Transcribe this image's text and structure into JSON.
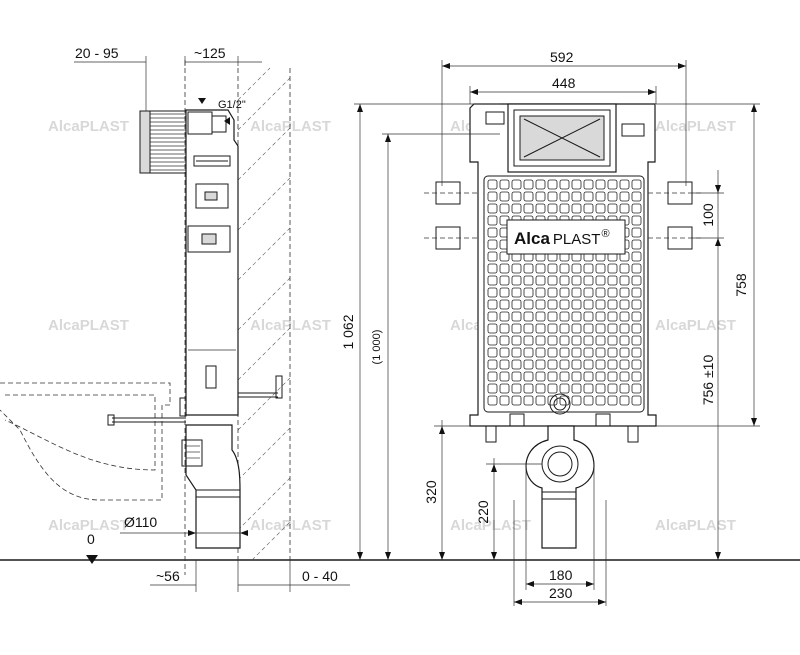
{
  "dimensions": {
    "top_offset": "20 - 95",
    "top_depth": "~125",
    "inlet": "G1/2\"",
    "total_width": "592",
    "inner_width": "448",
    "height_total": "1 062",
    "height_nominal": "(1 000)",
    "height_758": "758",
    "spacing_100": "100",
    "height_756": "756 ±10",
    "height_320": "320",
    "height_220": "220",
    "pipe_diameter": "Ø110",
    "floor_zero": "0",
    "bottom_56": "~56",
    "bottom_0_40": "0 - 40",
    "width_180": "180",
    "width_230": "230"
  },
  "brand": {
    "logo_alca": "Alca",
    "logo_plast": "PLAST",
    "logo_reg": "®"
  }
}
